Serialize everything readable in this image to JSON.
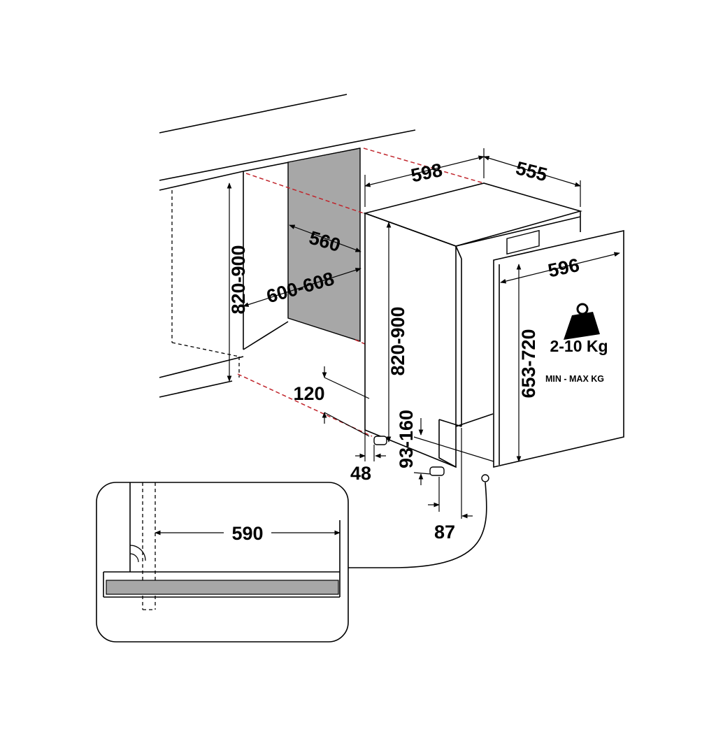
{
  "dimensions": {
    "niche_height": "820-900",
    "niche_depth_inner": "560",
    "niche_width": "600-608",
    "plinth_height": "120",
    "foot_offset": "48",
    "appliance_width": "598",
    "appliance_depth": "555",
    "appliance_height": "820-900",
    "panel_width": "596",
    "panel_height": "653-720",
    "plinth_gap": "93-160",
    "panel_offset": "87",
    "detail_width": "590"
  },
  "weight": {
    "range": "2-10 Kg",
    "caption": "MIN - MAX KG",
    "icon": "weight-icon"
  },
  "colors": {
    "line": "#000000",
    "cut_line": "#c0242b",
    "side_panel": "#a7a7a7",
    "detail_bar": "#a7a7a7"
  }
}
